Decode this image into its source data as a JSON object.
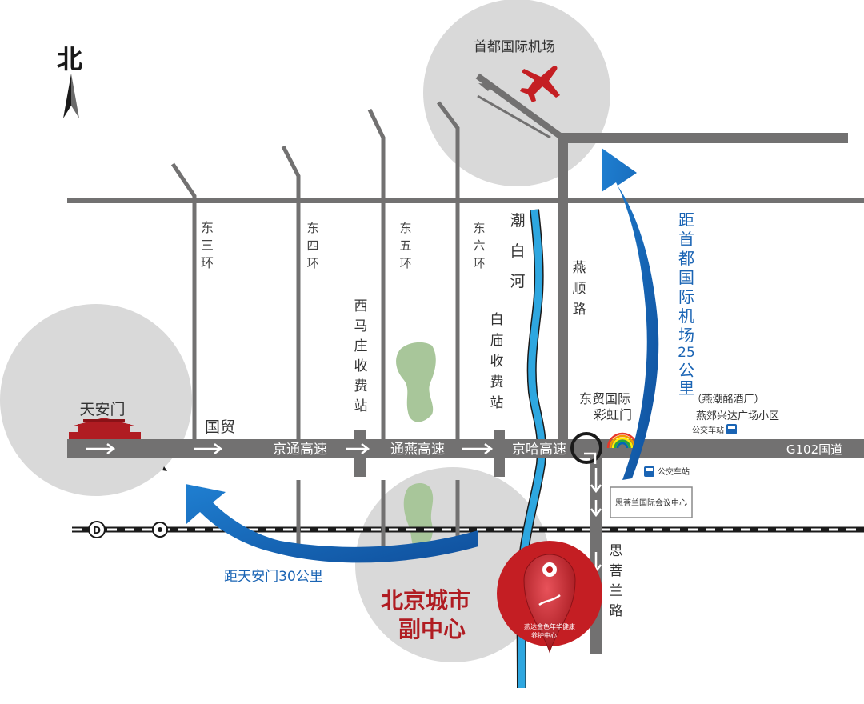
{
  "compass": {
    "label": "北",
    "icon": "north-arrow-icon"
  },
  "landmarks": {
    "airport": {
      "label": "首都国际机场",
      "icon": "airplane-icon"
    },
    "tiananmen": {
      "label": "天安门",
      "icon": "tiananmen-gate-icon"
    },
    "subcenter": {
      "line1": "北京城市",
      "line2": "副中心"
    },
    "pin_text": {
      "line1": "燕达金色年华健康",
      "line2": "养护中心"
    }
  },
  "ring_roads": {
    "east3": [
      "东",
      "三",
      "环"
    ],
    "east4": [
      "东",
      "四",
      "环"
    ],
    "east5": [
      "东",
      "五",
      "环"
    ],
    "east6": [
      "东",
      "六",
      "环"
    ]
  },
  "river": [
    "潮",
    "白",
    "河"
  ],
  "roads": {
    "yanshun": [
      "燕",
      "顺",
      "路"
    ],
    "sishanlan": [
      "思",
      "菩",
      "兰",
      "路"
    ],
    "guomao": "国贸",
    "g102": "G102国道"
  },
  "highways": {
    "jingtong": "京通高速",
    "tongyan": "通燕高速",
    "jingha": "京哈高速"
  },
  "toll_stations": {
    "ximazhuang": [
      "西",
      "马",
      "庄",
      "收",
      "费",
      "站"
    ],
    "baimiao": [
      "白",
      "庙",
      "收",
      "费",
      "站"
    ]
  },
  "places": {
    "rainbow_gate_line1": "东贸国际",
    "rainbow_gate_line2": "彩虹门",
    "brewery": "（燕潮酩酒厂）",
    "plaza": "燕郊兴达广场小区",
    "bus_stop_1": "公交车站",
    "bus_stop_2": "公交车站",
    "conference": "思菩兰国际会议中心"
  },
  "distances": {
    "airport": [
      "距",
      "首",
      "都",
      "国",
      "际",
      "机",
      "场",
      "25",
      "公",
      "里"
    ],
    "tiananmen": "距天安门30公里"
  },
  "colors": {
    "road": "#727171",
    "circle": "#d9d9d9",
    "river": "#2ea7e0",
    "arrow": "#1a64b4",
    "red": "#b01c22",
    "pin_bg": "#c41e23"
  }
}
